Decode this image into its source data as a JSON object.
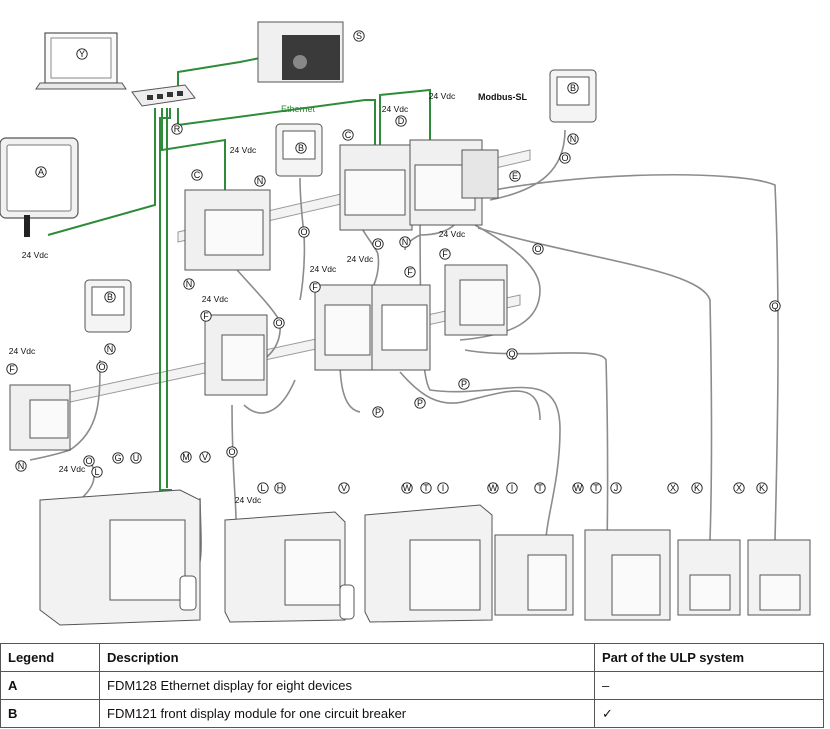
{
  "diagram": {
    "ethernet_label": "Ethernet",
    "modbus_label": "Modbus-SL",
    "voltage_label": "24 Vdc",
    "callouts": [
      "A",
      "B",
      "C",
      "D",
      "E",
      "F",
      "G",
      "H",
      "I",
      "J",
      "K",
      "L",
      "M",
      "N",
      "O",
      "P",
      "Q",
      "R",
      "S",
      "T",
      "U",
      "V",
      "W",
      "X",
      "Y"
    ]
  },
  "legend": {
    "headers": [
      "Legend",
      "Description",
      "Part of the ULP system"
    ],
    "rows": [
      {
        "key": "A",
        "description": "FDM128 Ethernet display for eight devices",
        "ulp": "–"
      },
      {
        "key": "B",
        "description": "FDM121 front display module for one circuit breaker",
        "ulp": "✓"
      }
    ]
  }
}
